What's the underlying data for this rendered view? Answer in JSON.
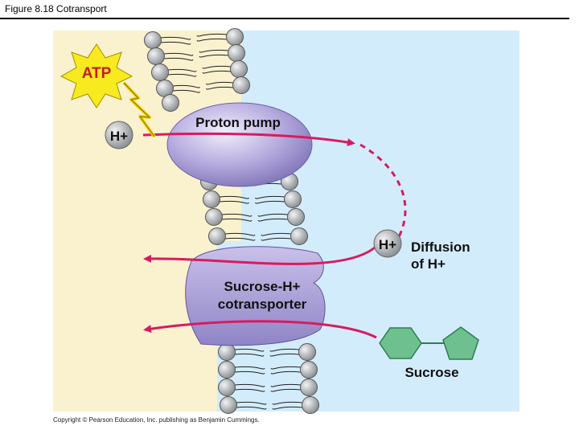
{
  "figure": {
    "title": "Figure 8.18  Cotransport"
  },
  "labels": {
    "atp": "ATP",
    "h_plus_left": "H+",
    "proton_pump": "Proton pump",
    "h_plus_right": "H+",
    "diffusion_line1": "Diffusion",
    "diffusion_line2": "of H+",
    "cotransporter_line1": "Sucrose-H+",
    "cotransporter_line2": "cotransporter",
    "sucrose": "Sucrose"
  },
  "colors": {
    "cytoplasm_bg": "#faf1cf",
    "extracellular_bg": "#d3ecfb",
    "protein": "#a59ad6",
    "arrow": "#d81b60",
    "sucrose_fill": "#6fc08f",
    "atp_star": "#f7ea1e",
    "phospholipid_head": "#b9bcbf"
  },
  "copyright": "Copyright © Pearson Education, Inc. publishing as Benjamin Cummings."
}
